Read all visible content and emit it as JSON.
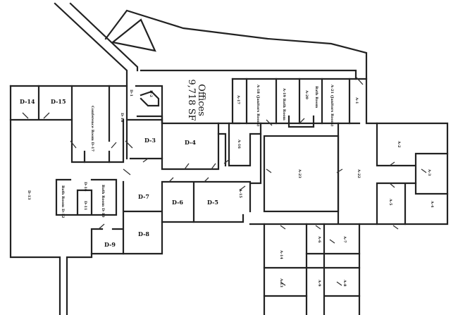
{
  "title": {
    "line1": "Offices",
    "line2": "9,718 SF"
  },
  "rooms": {
    "d14": "D-14",
    "d15": "D-15",
    "d17": "Conference Room D-17",
    "d18": "D-18",
    "d1": "D-1",
    "d2": "D-2",
    "d3": "D-3",
    "d4": "D-4",
    "d13": "D-13",
    "d12": "Bath Room D-12",
    "d16": "D-16",
    "d11": "D-11",
    "d10": "Bath Room D-10",
    "d7": "D-7",
    "d6": "D-6",
    "d5": "D-5",
    "d8": "D-8",
    "d9": "D-9",
    "a17": "A-17",
    "a18": "A-18 (Janitors Room)",
    "a19": "A-19 Bath Room",
    "a20": "A-20",
    "a20b": "Bath Room",
    "a21": "A-21 (Janitors Room)",
    "a1": "A-1",
    "a16": "A-16",
    "a15": "A-15",
    "a23": "A-23",
    "a22": "A-22",
    "a2": "A-2",
    "a3": "A-3",
    "a4": "A-4",
    "a5": "A-5",
    "a14": "A-14",
    "a13": "A-13",
    "a6": "A-6",
    "a7": "A-7",
    "a9": "A-9",
    "a8": "A-8"
  }
}
